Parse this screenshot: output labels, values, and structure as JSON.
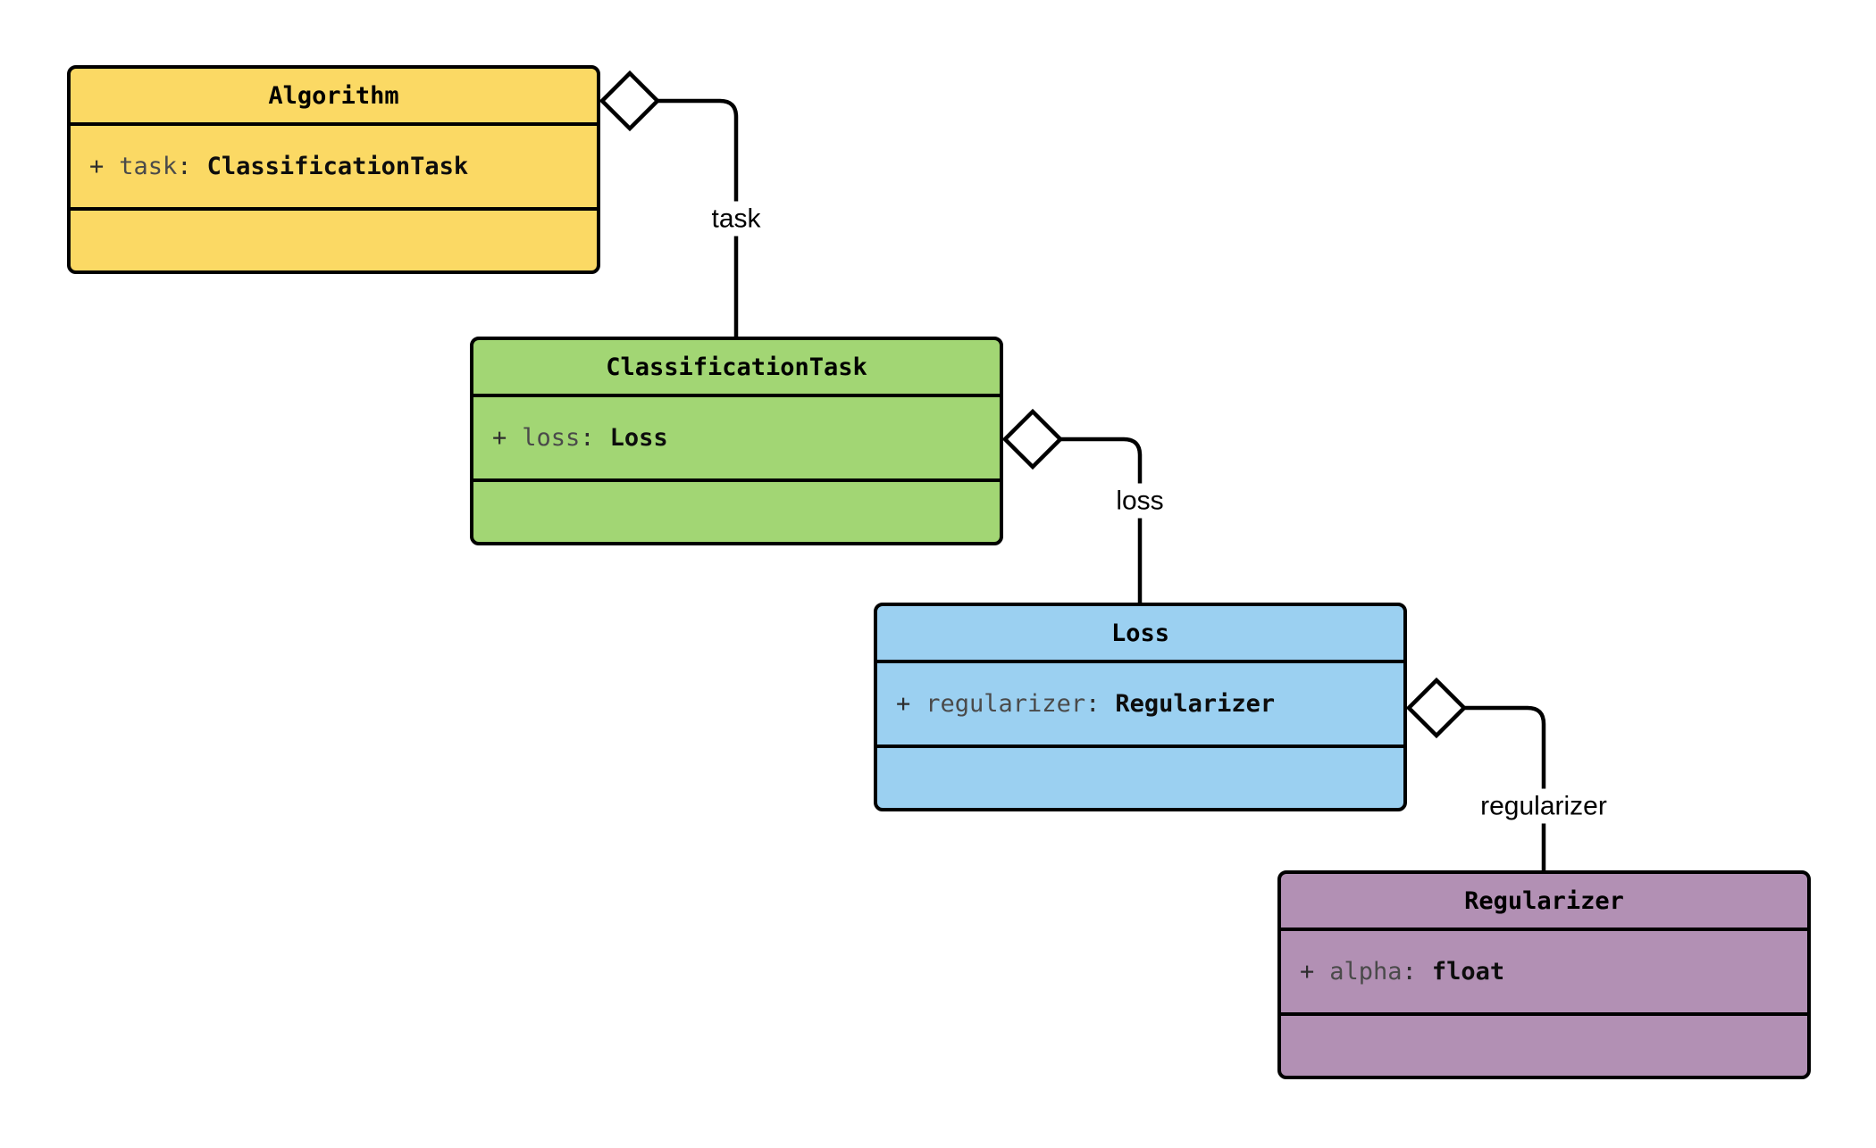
{
  "diagram": {
    "type": "uml-class-diagram",
    "stroke_color": "#000000",
    "classes": [
      {
        "name": "Algorithm",
        "fill": "#FBD964",
        "attributes": [
          {
            "visibility": "+",
            "name": "task",
            "colon": ":",
            "type": "ClassificationTask"
          }
        ]
      },
      {
        "name": "ClassificationTask",
        "fill": "#A2D674",
        "attributes": [
          {
            "visibility": "+",
            "name": "loss",
            "colon": ":",
            "type": "Loss"
          }
        ]
      },
      {
        "name": "Loss",
        "fill": "#9BD0F1",
        "attributes": [
          {
            "visibility": "+",
            "name": "regularizer",
            "colon": ":",
            "type": "Regularizer"
          }
        ]
      },
      {
        "name": "Regularizer",
        "fill": "#B290B4",
        "attributes": [
          {
            "visibility": "+",
            "name": "alpha",
            "colon": ":",
            "type": "float"
          }
        ]
      }
    ],
    "edges": [
      {
        "label": "task",
        "from": "Algorithm",
        "to": "ClassificationTask",
        "kind": "aggregation"
      },
      {
        "label": "loss",
        "from": "ClassificationTask",
        "to": "Loss",
        "kind": "aggregation"
      },
      {
        "label": "regularizer",
        "from": "Loss",
        "to": "Regularizer",
        "kind": "aggregation"
      }
    ]
  }
}
